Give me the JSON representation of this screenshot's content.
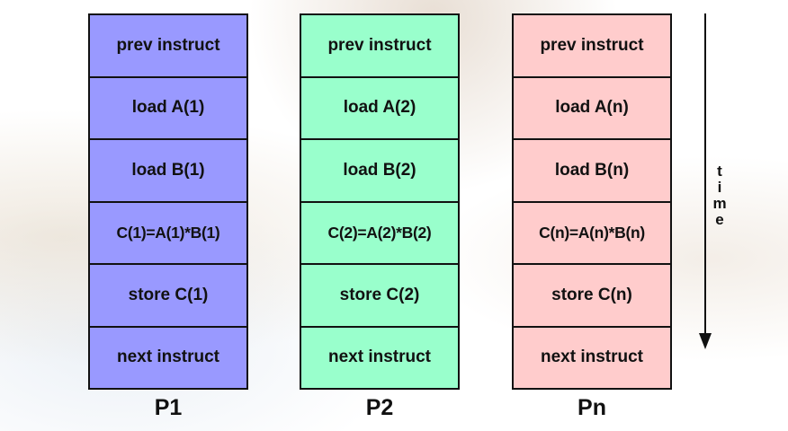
{
  "processors": [
    {
      "label": "P1",
      "color": "#9999ff",
      "rows": [
        "prev instruct",
        "load A(1)",
        "load B(1)",
        "C(1)=A(1)*B(1)",
        "store C(1)",
        "next instruct"
      ]
    },
    {
      "label": "P2",
      "color": "#99ffcc",
      "rows": [
        "prev instruct",
        "load A(2)",
        "load B(2)",
        "C(2)=A(2)*B(2)",
        "store C(2)",
        "next instruct"
      ]
    },
    {
      "label": "Pn",
      "color": "#ffcccc",
      "rows": [
        "prev instruct",
        "load A(n)",
        "load B(n)",
        "C(n)=A(n)*B(n)",
        "store C(n)",
        "next instruct"
      ]
    }
  ],
  "time_axis": {
    "label": "time",
    "direction": "down",
    "icon": "down-arrow-icon"
  }
}
